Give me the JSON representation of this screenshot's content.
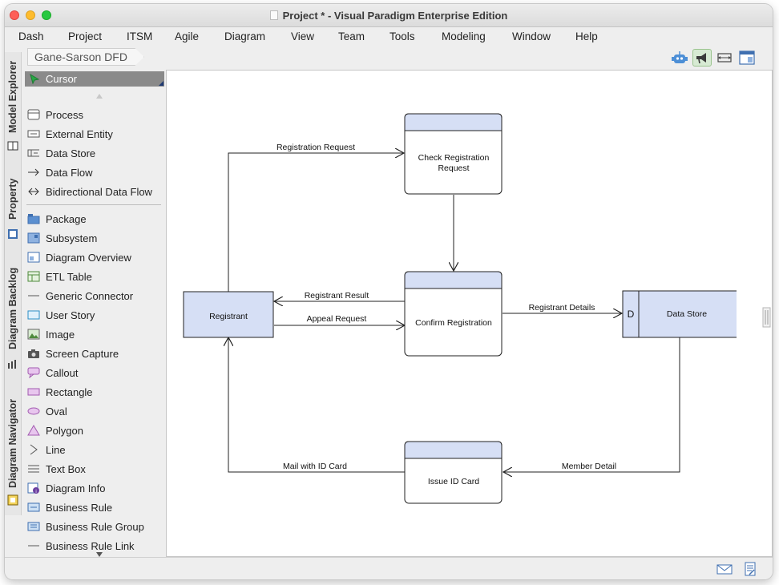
{
  "window": {
    "title": "Project * - Visual Paradigm Enterprise Edition"
  },
  "menu": [
    "Dash",
    "Project",
    "ITSM",
    "Agile",
    "Diagram",
    "View",
    "Team",
    "Tools",
    "Modeling",
    "Window",
    "Help"
  ],
  "breadcrumb": "Gane-Sarson DFD",
  "side_tabs": [
    "Model Explorer",
    "Property",
    "Diagram Backlog",
    "Diagram Navigator"
  ],
  "palette": {
    "cursor": "Cursor",
    "items": [
      {
        "label": "Process",
        "icon": "process-icon"
      },
      {
        "label": "External Entity",
        "icon": "external-entity-icon"
      },
      {
        "label": "Data Store",
        "icon": "data-store-icon"
      },
      {
        "label": "Data Flow",
        "icon": "data-flow-icon"
      },
      {
        "label": "Bidirectional Data Flow",
        "icon": "bidirectional-flow-icon"
      },
      {
        "label": "Package",
        "icon": "package-icon"
      },
      {
        "label": "Subsystem",
        "icon": "subsystem-icon"
      },
      {
        "label": "Diagram Overview",
        "icon": "diagram-overview-icon"
      },
      {
        "label": "ETL Table",
        "icon": "etl-table-icon"
      },
      {
        "label": "Generic Connector",
        "icon": "generic-connector-icon"
      },
      {
        "label": "User Story",
        "icon": "user-story-icon"
      },
      {
        "label": "Image",
        "icon": "image-icon"
      },
      {
        "label": "Screen Capture",
        "icon": "camera-icon"
      },
      {
        "label": "Callout",
        "icon": "callout-icon"
      },
      {
        "label": "Rectangle",
        "icon": "rectangle-icon"
      },
      {
        "label": "Oval",
        "icon": "oval-icon"
      },
      {
        "label": "Polygon",
        "icon": "polygon-icon"
      },
      {
        "label": "Line",
        "icon": "line-icon"
      },
      {
        "label": "Text Box",
        "icon": "text-box-icon"
      },
      {
        "label": "Diagram Info",
        "icon": "diagram-info-icon"
      },
      {
        "label": "Business Rule",
        "icon": "business-rule-icon"
      },
      {
        "label": "Business Rule Group",
        "icon": "business-rule-group-icon"
      },
      {
        "label": "Business Rule Link",
        "icon": "business-rule-link-icon"
      }
    ]
  },
  "diagram": {
    "processes": {
      "check": "Check Registration Request",
      "check_line1": "Check Registration",
      "check_line2": "Request",
      "confirm": "Confirm Registration",
      "issue": "Issue ID Card"
    },
    "entity": "Registrant",
    "store": {
      "id": "D",
      "name": "Data Store"
    },
    "flows": {
      "registration_request": "Registration Request",
      "registrant_result": "Registrant Result",
      "appeal_request": "Appeal Request",
      "registrant_details": "Registrant Details",
      "mail_with_id_card": "Mail with ID Card",
      "member_detail": "Member Detail"
    }
  },
  "colors": {
    "shape_fill": "#d6dff5",
    "accent_cursor": "#28a745"
  }
}
